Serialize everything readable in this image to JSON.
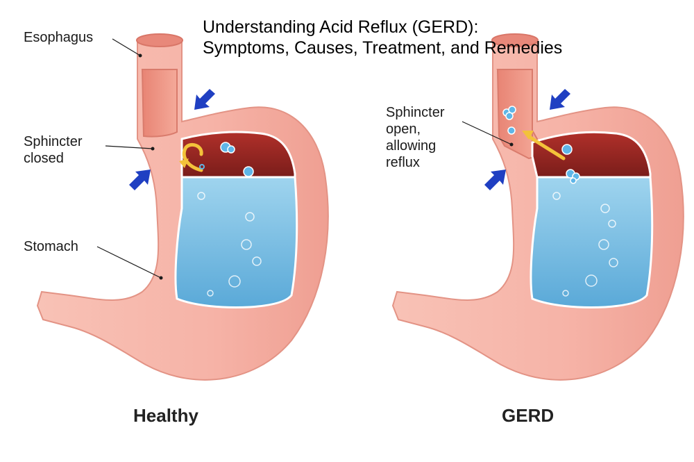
{
  "title": {
    "line1": "Understanding Acid Reflux (GERD):",
    "line2": "Symptoms, Causes, Treatment, and Remedies"
  },
  "left_panel": {
    "caption": "Healthy",
    "labels": {
      "esophagus": "Esophagus",
      "sphincter_line1": "Sphincter",
      "sphincter_line2": "closed",
      "stomach": "Stomach"
    }
  },
  "right_panel": {
    "caption": "GERD",
    "labels": {
      "sphincter_line1": "Sphincter",
      "sphincter_line2": "open,",
      "sphincter_line3": "allowing",
      "sphincter_line4": "reflux"
    }
  },
  "colors": {
    "stomach_wall": "#f6b3a7",
    "stomach_outline": "#e79a8c",
    "cavity_dark": "#8e2420",
    "acid": "#7fc2e2",
    "acid_edge": "#4f9fd0",
    "arrow": "#1f3fc2",
    "reflux_arrow": "#f3c23a"
  }
}
